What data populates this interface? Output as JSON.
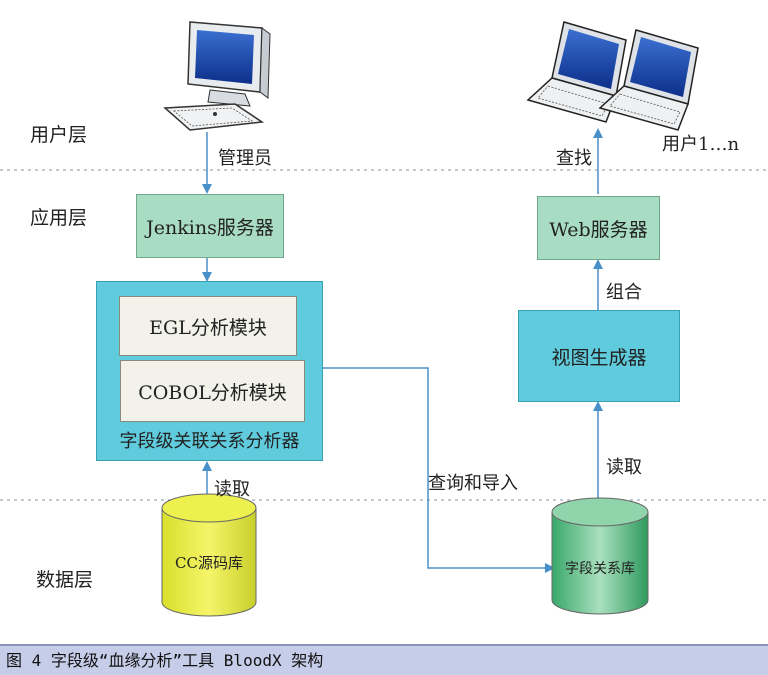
{
  "layers": {
    "user": "用户层",
    "app": "应用层",
    "data": "数据层"
  },
  "edges": {
    "admin": "管理员",
    "search": "查找",
    "users": "用户1…n",
    "combine": "组合",
    "read_right": "读取",
    "read_left": "读取",
    "query_import": "查询和导入"
  },
  "nodes": {
    "jenkins": "Jenkins服务器",
    "web": "Web服务器",
    "egl": "EGL分析模块",
    "cobol": "COBOL分析模块",
    "analyzer": "字段级关联关系分析器",
    "view_gen": "视图生成器",
    "cc_db": "CC源码库",
    "field_db": "字段关系库"
  },
  "caption": "图 4  字段级“血缘分析”工具 BloodX 架构",
  "colors": {
    "green_box": "#a8dcc3",
    "cyan_box": "#5fcbdc",
    "arrow": "#4a90c8",
    "caption_bg": "#c6cde8"
  },
  "icons": [
    "desktop-computer-icon",
    "laptop-icon",
    "laptop-icon"
  ]
}
